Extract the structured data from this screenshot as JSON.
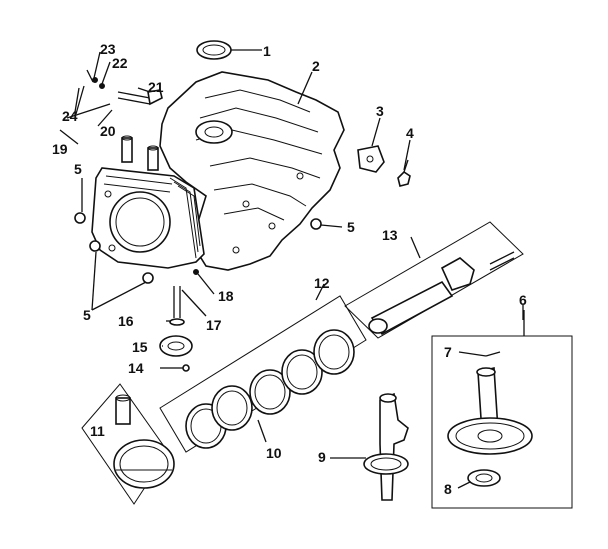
{
  "diagram": {
    "callouts": [
      "1",
      "2",
      "3",
      "4",
      "5",
      "5",
      "5",
      "6",
      "7",
      "8",
      "9",
      "10",
      "11",
      "12",
      "13",
      "14",
      "15",
      "16",
      "17",
      "18",
      "19",
      "20",
      "21",
      "22",
      "23",
      "24"
    ]
  }
}
